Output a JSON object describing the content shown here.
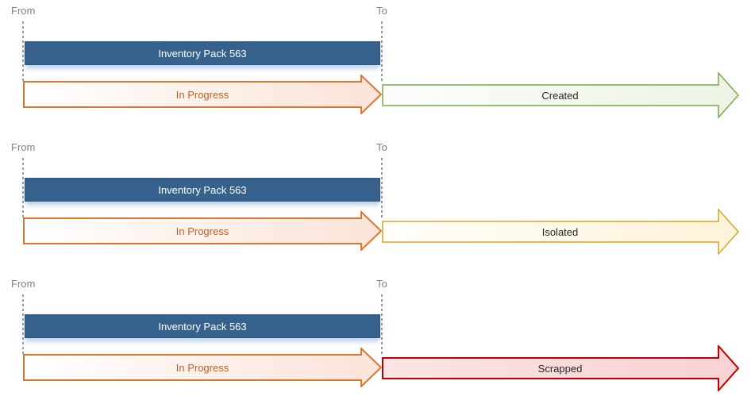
{
  "labels": {
    "from": "From",
    "to": "To"
  },
  "sections": [
    {
      "item": "Inventory Pack 563",
      "from_state": "In Progress",
      "to_state": "Created"
    },
    {
      "item": "Inventory Pack 563",
      "from_state": "In Progress",
      "to_state": "Isolated"
    },
    {
      "item": "Inventory Pack 563",
      "from_state": "In Progress",
      "to_state": "Scrapped"
    }
  ],
  "colors": {
    "bar_fill": "#36618c",
    "bar_text": "#ffffff",
    "guide_line": "#999999",
    "zone_label_text": "#808080",
    "progress_border": "#d9772f",
    "progress_text": "#c45d1d",
    "progress_fill_start": "#ffffff",
    "progress_fill_end": "#fbe3d8",
    "created_border": "#76a94e",
    "created_fill_start": "#fcfdfb",
    "created_fill_end": "#ecf3e3",
    "isolated_border": "#dda424",
    "isolated_fill_start": "#fffefb",
    "isolated_fill_end": "#fdf3d8",
    "scrapped_border": "#c00000",
    "scrapped_fill_start": "#fce4e4",
    "scrapped_fill_end": "#f8d2d2",
    "state_text": "#262626"
  }
}
